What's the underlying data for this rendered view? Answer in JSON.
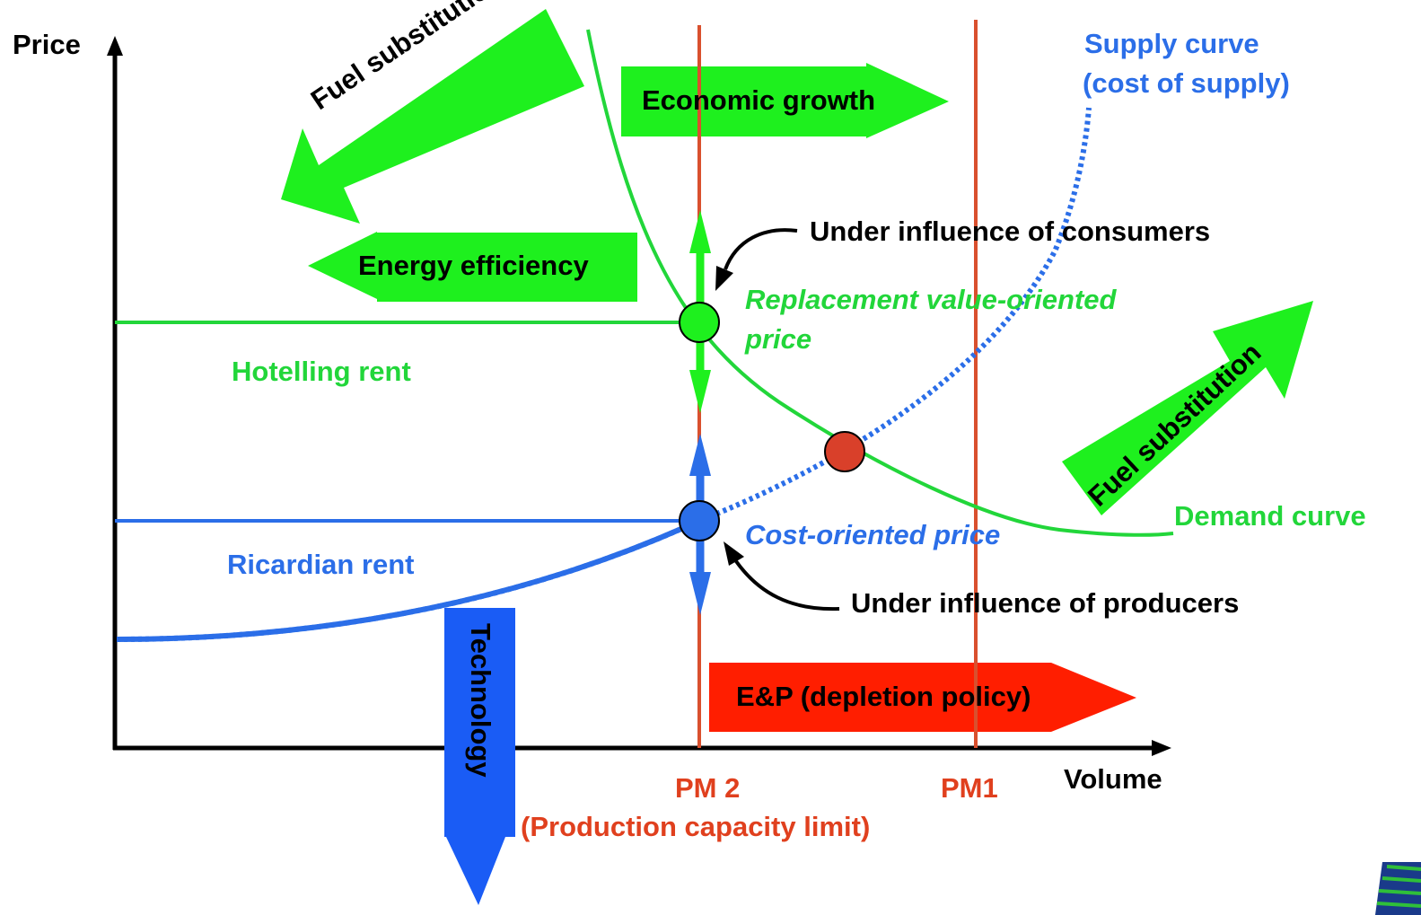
{
  "axes": {
    "y_label": "Price",
    "x_label": "Volume"
  },
  "curves": {
    "supply_label_line1": "Supply curve",
    "supply_label_line2": "(cost of supply)",
    "demand_label": "Demand curve"
  },
  "forces": {
    "fuel_substitution_left": "Fuel substitution",
    "fuel_substitution_right": "Fuel substitution",
    "economic_growth": "Economic growth",
    "energy_efficiency": "Energy efficiency",
    "technology": "Technology",
    "ep_depletion": "E&P (depletion policy)"
  },
  "prices": {
    "replacement_line1": "Replacement value-oriented",
    "replacement_line2": "price",
    "cost_oriented": "Cost-oriented price"
  },
  "influence": {
    "consumers": "Under influence of consumers",
    "producers": "Under influence of producers"
  },
  "rents": {
    "hotelling": "Hotelling rent",
    "ricardian": "Ricardian rent"
  },
  "limits": {
    "pm2": "PM 2",
    "pm2_note": "(Production capacity limit)",
    "pm1": "PM1"
  },
  "colors": {
    "green": "#22d63a",
    "arrow_green": "#1ef01e",
    "blue": "#2b6ee8",
    "red": "#e0401e",
    "pm_line": "#d9502e",
    "black": "#000000"
  }
}
